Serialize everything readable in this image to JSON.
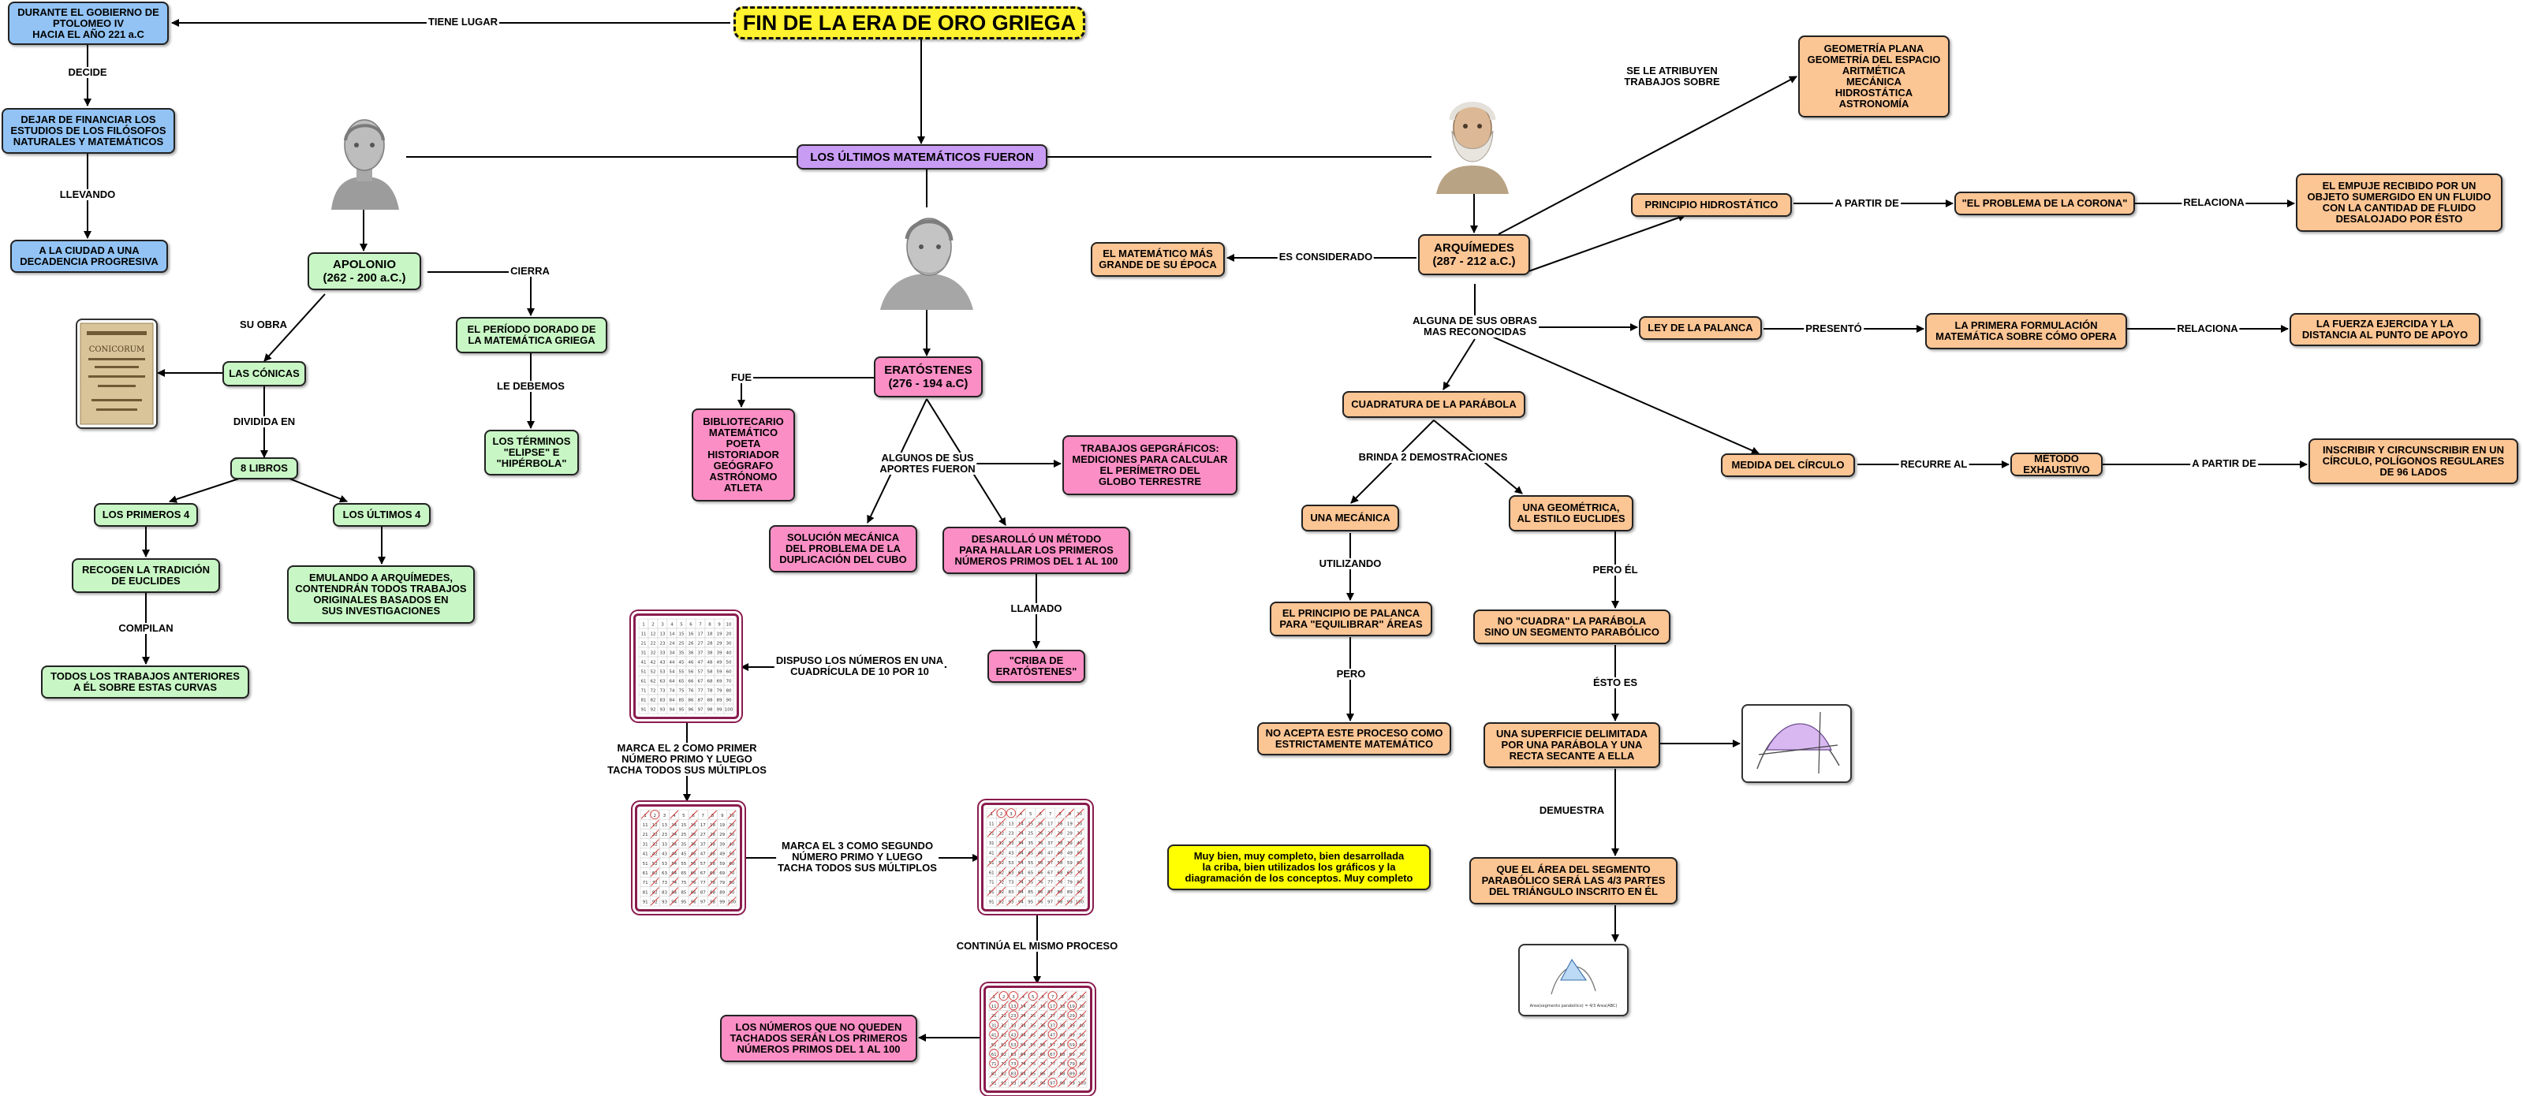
{
  "title": "FIN DE LA ERA DE ORO GRIEGA",
  "hub": "LOS ÚLTIMOS MATEMÁTICOS FUERON",
  "left": {
    "gobierno": "DURANTE EL GOBIERNO DE\nPTOLOMEO IV\nHACIA EL AÑO 221 a.C",
    "dejar": "DEJAR DE FINANCIAR LOS\nESTUDIOS DE LOS FILÓSOFOS\nNATURALES Y MATEMÁTICOS",
    "decadencia": "A LA CIUDAD A UNA\nDECADENCIA PROGRESIVA",
    "lbl_tiene_lugar": "TIENE LUGAR",
    "lbl_decide": "DECIDE",
    "lbl_llevando": "LLEVANDO"
  },
  "apolonio": {
    "name": "APOLONIO\n(262 - 200 a.C.)",
    "conicas": "LAS CÓNICAS",
    "libros": "8 LIBROS",
    "primeros": "LOS PRIMEROS 4",
    "ultimos": "LOS ÚLTIMOS 4",
    "recogen": "RECOGEN LA TRADICIÓN\nDE EUCLIDES",
    "todos": "TODOS LOS TRABAJOS ANTERIORES\nA ÉL SOBRE ESTAS CURVAS",
    "emulando": "EMULANDO A ARQUÍMEDES,\nCONTENDRÁN TODOS TRABAJOS\nORIGINALES BASADOS EN\nSUS INVESTIGACIONES",
    "periodo": "EL PERÍODO DORADO DE\nLA  MATEMÁTICA GRIEGA",
    "terminos": "LOS TÉRMINOS\n\"ELIPSE\" E\n\"HIPÉRBOLA\"",
    "lbl_su_obra": "SU OBRA",
    "lbl_dividida": "DIVIDIDA EN",
    "lbl_compilan": "COMPILAN",
    "lbl_cierra": "CIERRA",
    "lbl_le_debemos": "LE DEBEMOS"
  },
  "eratostenes": {
    "name": "ERATÓSTENES\n(276 - 194 a.C)",
    "roles": "BIBLIOTECARIO\nMATEMÁTICO\nPOETA\nHISTORIADOR\nGEÓGRAFO\nASTRÓNOMO\nATLETA",
    "geo": "TRABAJOS GEPGRÁFICOS:\nMEDICIONES PARA CALCULAR\nEL PERÍMETRO DEL\nGLOBO TERRESTRE",
    "solucion": "SOLUCIÓN MECÁNICA\nDEL PROBLEMA DE LA\nDUPLICACIÓN DEL CUBO",
    "metodo": "DESAROLLÓ UN MÉTODO\nPARA HALLAR LOS PRIMEROS\nNÚMEROS PRIMOS DEL 1 AL 100",
    "criba": "\"CRIBA DE\nERATÓSTENES\"",
    "resultado": "LOS NÚMEROS QUE NO QUEDEN\nTACHADOS SERÁN LOS PRIMEROS\nNÚMEROS PRIMOS DEL 1 AL 100",
    "lbl_fue": "FUE",
    "lbl_aportes": "ALGUNOS DE SUS\nAPORTES FUERON",
    "lbl_llamado": "LLAMADO",
    "lbl_dispuso": "DISPUSO LOS NÚMEROS EN UNA\nCUADRÍCULA DE 10 POR 10",
    "lbl_marca2": "MARCA EL 2 COMO PRIMER\nNÚMERO PRIMO Y LUEGO\nTACHA TODOS SUS MÚLTIPLOS",
    "lbl_marca3": "MARCA EL 3 COMO SEGUNDO\nNÚMERO PRIMO Y LUEGO\nTACHA TODOS SUS MÚLTIPLOS",
    "lbl_continua": "CONTINÚA EL MISMO PROCESO"
  },
  "arquimedes": {
    "name": "ARQUÍMEDES\n(287 - 212 a.C.)",
    "matematico": "EL MATEMÁTICO MÁS\nGRANDE DE SU ÉPOCA",
    "trabajos": "GEOMETRÍA PLANA\nGEOMETRÍA DEL ESPACIO\nARITMÉTICA\nMECÁNICA\nHIDROSTÁTICA\nASTRONOMÍA",
    "hidro": "PRINCIPIO HIDROSTÁTICO",
    "corona": "\"EL PROBLEMA DE LA CORONA\"",
    "empuje": "EL EMPUJE RECIBIDO POR UN\nOBJETO SUMERGIDO EN UN FLUIDO\nCON LA CANTIDAD DE FLUIDO\nDESALOJADO POR ÉSTO",
    "palanca": "LEY DE LA PALANCA",
    "formulacion": "LA PRIMERA FORMULACIÓN\nMATEMÁTICA SOBRE CÓMO OPERA",
    "fuerza": "LA FUERZA EJERCIDA Y LA\nDISTANCIA AL PUNTO DE APOYO",
    "circulo": "MEDIDA DEL CÍRCULO",
    "exhaustivo": "MÉTODO EXHAUSTIVO",
    "inscribir": "INSCRIBIR Y CIRCUNSCRIBIR EN UN\nCÍRCULO, POLÍGONOS REGULARES\nDE 96 LADOS",
    "cuadratura": "CUADRATURA DE LA PARÁBOLA",
    "mecanica": "UNA MECÁNICA",
    "geometrica": "UNA GEOMÉTRICA,\nAL ESTILO EUCLIDES",
    "principio": "EL PRINCIPIO DE PALANCA\nPARA \"EQUILIBRAR\" ÁREAS",
    "no_acepta": "NO ACEPTA ESTE PROCESO COMO\nESTRICTAMENTE MATEMÁTICO",
    "no_cuadra": "NO \"CUADRA\" LA PARÁBOLA\nSINO UN SEGMENTO PARABÓLICO",
    "superficie": "UNA SUPERFICIE DELIMITADA\nPOR UNA PARÁBOLA Y UNA\nRECTA SECANTE A ELLA",
    "area": "QUE EL ÁREA DEL SEGMENTO\nPARABÓLICO SERÁ LAS 4/3 PARTES\nDEL TRIÁNGULO INSCRITO EN ÉL",
    "lbl_considerado": "ES CONSIDERADO",
    "lbl_atribuyen": "SE LE ATRIBUYEN\nTRABAJOS SOBRE",
    "lbl_obras": "ALGUNA DE SUS OBRAS\nMAS RECONOCIDAS",
    "lbl_a_partir": "A PARTIR DE",
    "lbl_relaciona": "RELACIONA",
    "lbl_presento": "PRESENTÓ",
    "lbl_recurre": "RECURRE AL",
    "lbl_brinda": "BRINDA 2 DEMOSTRACIONES",
    "lbl_utilizando": "UTILIZANDO",
    "lbl_pero": "PERO",
    "lbl_pero_el": "PERO ÉL",
    "lbl_esto_es": "ÉSTO ES",
    "lbl_demuestra": "DEMUESTRA"
  },
  "note": "Muy bien, muy completo, bien desarrollada\nla criba,  bien utilizados los gráficos y la\ndiagramación de los conceptos.  Muy completo",
  "book_text": "CONICORUM",
  "formula_text": "Area(segmento parabólico) = 4/3 Area(ABC)",
  "colors": {
    "blue": "#92c3f4",
    "green": "#c8f7c5",
    "pink": "#fb8fc5",
    "orange": "#fcc594",
    "purple": "#c99cf4",
    "title": "#fff22e",
    "grid_border": "#8a1c4e"
  }
}
